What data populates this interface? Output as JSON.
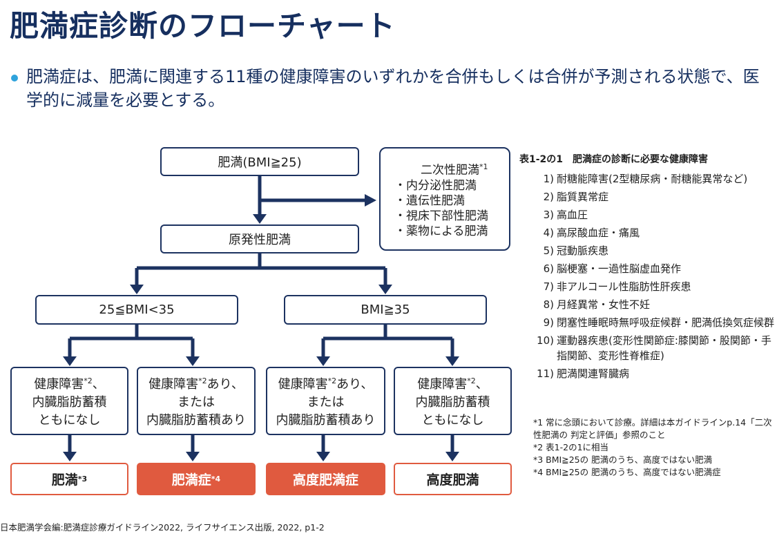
{
  "title": "肥満症診断のフローチャート",
  "bullet": "肥満症は、肥満に関連する11種の健康障害のいずれかを合併もしくは合併が予測される状態で、医学的に減量を必要とする。",
  "flow": {
    "top": "肥満(BMI≧25)",
    "secondary_title": "二次性肥満",
    "secondary_sup": "*1",
    "secondary_items": [
      "・内分泌性肥満",
      "・遺伝性肥満",
      "・視床下部性肥満",
      "・薬物による肥満"
    ],
    "primary": "原発性肥満",
    "left_branch": "25≦BMI<35",
    "right_branch": "BMI≧35",
    "cond1": {
      "l1": "健康障害",
      "sup": "*2",
      "l1b": "、",
      "l2": "内臓脂肪蓄積",
      "l3": "ともになし"
    },
    "cond2": {
      "l1": "健康障害",
      "sup": "*2",
      "l1b": "あり、",
      "l2": "または",
      "l3": "内臓脂肪蓄積あり"
    },
    "cond3": {
      "l1": "健康障害",
      "sup": "*2",
      "l1b": "あり、",
      "l2": "または",
      "l3": "内臓脂肪蓄積あり"
    },
    "cond4": {
      "l1": "健康障害",
      "sup": "*2",
      "l1b": "、",
      "l2": "内臓脂肪蓄積",
      "l3": "ともになし"
    },
    "result1": {
      "label": "肥満",
      "sup": "*3"
    },
    "result2": {
      "label": "肥満症",
      "sup": "*4"
    },
    "result3": {
      "label": "高度肥満症"
    },
    "result4": {
      "label": "高度肥満"
    }
  },
  "table": {
    "title": "表1-2の1　肥満症の診断に必要な健康障害",
    "items": [
      {
        "num": "1)",
        "text": "耐糖能障害(2型糖尿病・耐糖能異常など)"
      },
      {
        "num": "2)",
        "text": "脂質異常症"
      },
      {
        "num": "3)",
        "text": "高血圧"
      },
      {
        "num": "4)",
        "text": "高尿酸血症・痛風"
      },
      {
        "num": "5)",
        "text": "冠動脈疾患"
      },
      {
        "num": "6)",
        "text": "脳梗塞・一過性脳虚血発作"
      },
      {
        "num": "7)",
        "text": "非アルコール性脂肪性肝疾患"
      },
      {
        "num": "8)",
        "text": "月経異常・女性不妊"
      },
      {
        "num": "9)",
        "text": "閉塞性睡眠時無呼吸症候群・肥満低換気症候群"
      },
      {
        "num": "10)",
        "text": "運動器疾患(変形性関節症:膝関節・股関節・手指関節、変形性脊椎症)"
      },
      {
        "num": "11)",
        "text": "肥満関連腎臓病"
      }
    ]
  },
  "notes": [
    "*1 常に念頭において診療。詳細は本ガイドラインp.14「二次性肥満の 判定と評価」参照のこと",
    "*2 表1-2の1に相当",
    "*3 BMI≧25の 肥満のうち、高度ではない肥満",
    "*4 BMI≧25の 肥満のうち、高度ではない肥満症"
  ],
  "source": "日本肥満学会編:肥満症診療ガイドライン2022, ライフサイエンス出版, 2022, p1-2",
  "colors": {
    "navy": "#162f5f",
    "line": "#1c3260",
    "accent": "#e05a3f",
    "bullet": "#2fa3dc"
  }
}
